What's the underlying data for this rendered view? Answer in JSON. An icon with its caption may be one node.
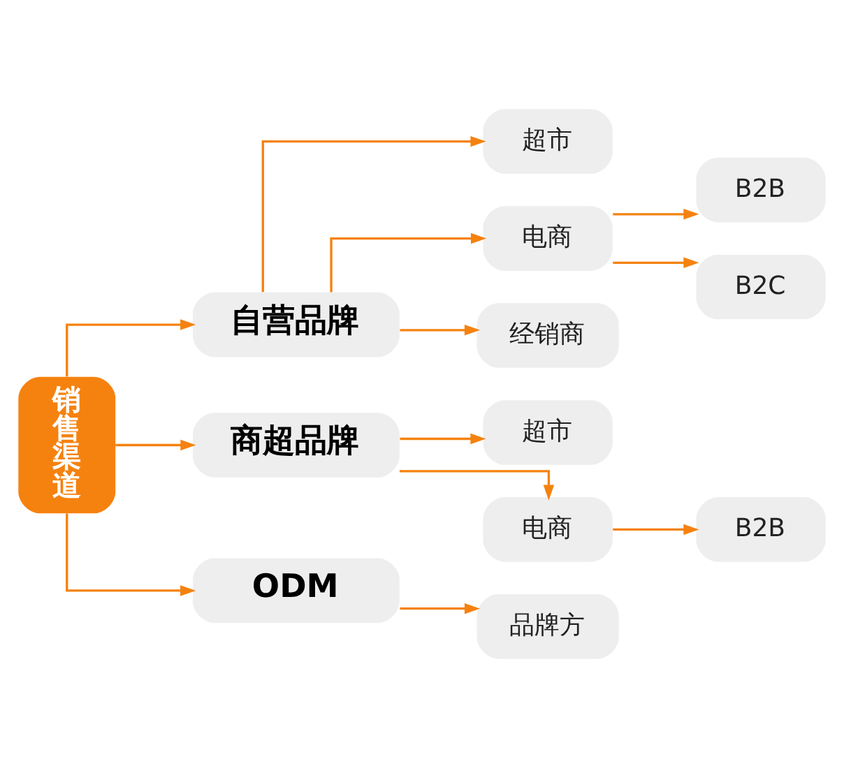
{
  "diagram": {
    "nodes": [
      {
        "text": [
          "销售渠道"
        ]
      },
      {
        "text": [
          "自营品牌"
        ]
      },
      {
        "text": [
          "商超品牌"
        ]
      },
      {
        "text": [
          "ODM"
        ]
      },
      {
        "text": [
          "超市"
        ]
      },
      {
        "text": [
          "电商"
        ]
      },
      {
        "text": [
          "经销商"
        ]
      },
      {
        "text": [
          "B2B"
        ]
      },
      {
        "text": [
          "B2C"
        ]
      },
      {
        "text": [
          "超市"
        ]
      },
      {
        "text": [
          "电商"
        ]
      },
      {
        "text": [
          "B2B"
        ]
      },
      {
        "text": [
          "品牌方"
        ]
      }
    ],
    "edges": [
      {
        "from": 0,
        "to": 1,
        "arrow": "to"
      },
      {
        "from": 0,
        "to": 2,
        "arrow": "to"
      },
      {
        "from": 0,
        "to": 3,
        "arrow": "to"
      },
      {
        "from": 1,
        "to": 4,
        "arrow": "to"
      },
      {
        "from": 1,
        "to": 5,
        "arrow": "to"
      },
      {
        "from": 1,
        "to": 6,
        "arrow": "to"
      },
      {
        "from": 5,
        "to": 7,
        "arrow": "to"
      },
      {
        "from": 5,
        "to": 8,
        "arrow": "to"
      },
      {
        "from": 2,
        "to": 9,
        "arrow": "to"
      },
      {
        "from": 2,
        "to": 10,
        "arrow": "to"
      },
      {
        "from": 10,
        "to": 11,
        "arrow": "to"
      },
      {
        "from": 3,
        "to": 12,
        "arrow": "to"
      }
    ]
  }
}
